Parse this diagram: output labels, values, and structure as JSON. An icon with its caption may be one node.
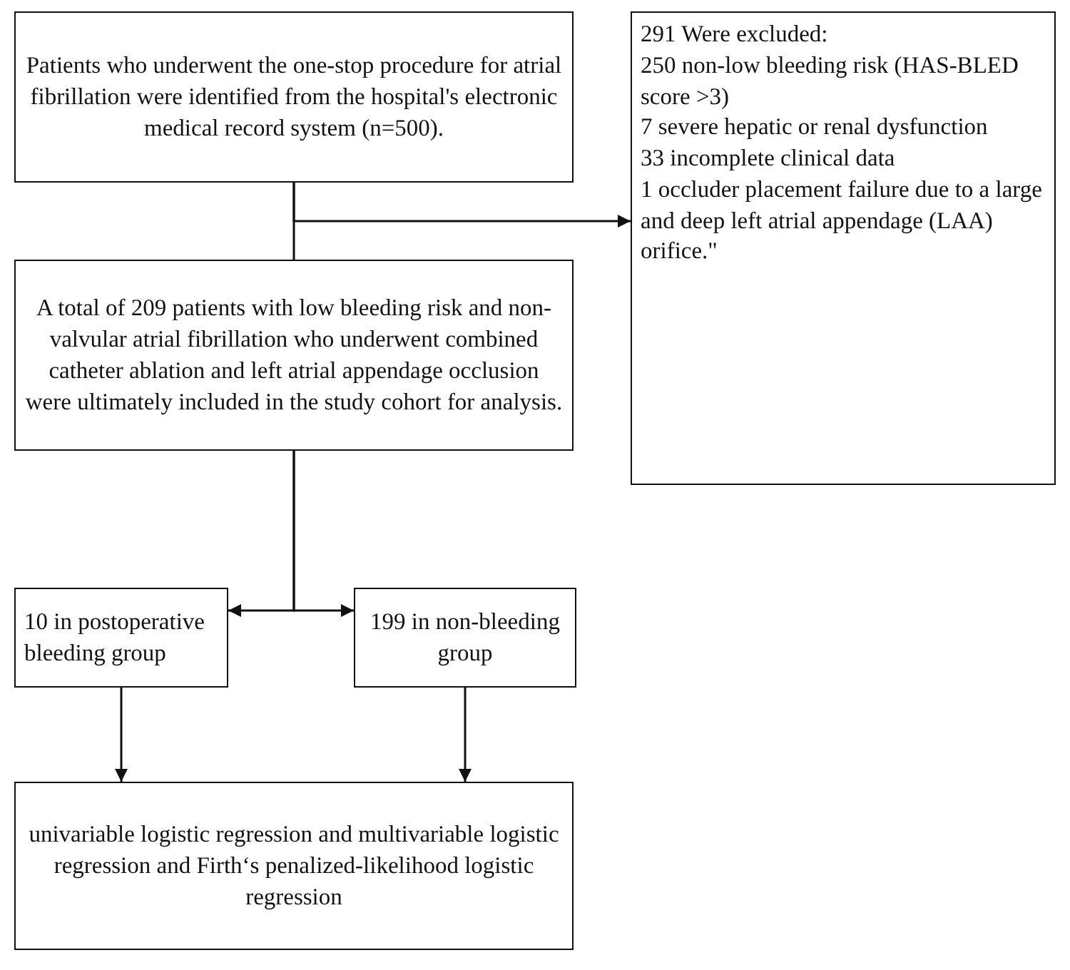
{
  "diagram": {
    "nodes": [
      {
        "text": [
          "Patients who underwent the one-stop procedure for atrial fibrillation were identified from the hospital's electronic medical record system (n=500)."
        ]
      },
      {
        "text": [
          "291 Were excluded:",
          "250  non-low bleeding risk (HAS-BLED score >3)",
          "7 severe hepatic or renal dysfunction",
          "33 incomplete clinical data",
          "1 occluder placement failure due to a large and deep left atrial appendage (LAA) orifice.\""
        ]
      },
      {
        "text": [
          "A total of 209 patients with low bleeding risk and non-valvular atrial fibrillation who underwent combined catheter ablation and left atrial appendage occlusion were ultimately included in the study cohort for analysis."
        ]
      },
      {
        "text": [
          "10 in postoperative bleeding group"
        ]
      },
      {
        "text": [
          "199 in non-bleeding group"
        ]
      },
      {
        "text": [
          "univariable logistic regression and multivariable logistic regression and Firth‘s penalized-likelihood logistic regression"
        ]
      }
    ],
    "edges": [
      {
        "from": 0,
        "to": 2,
        "arrow": "none"
      },
      {
        "from": 0,
        "to": 1,
        "arrow": "to"
      },
      {
        "from": 2,
        "to": 3,
        "arrow": "to"
      },
      {
        "from": 2,
        "to": 4,
        "arrow": "to"
      },
      {
        "from": 3,
        "to": 5,
        "arrow": "to"
      },
      {
        "from": 4,
        "to": 5,
        "arrow": "to"
      }
    ]
  }
}
